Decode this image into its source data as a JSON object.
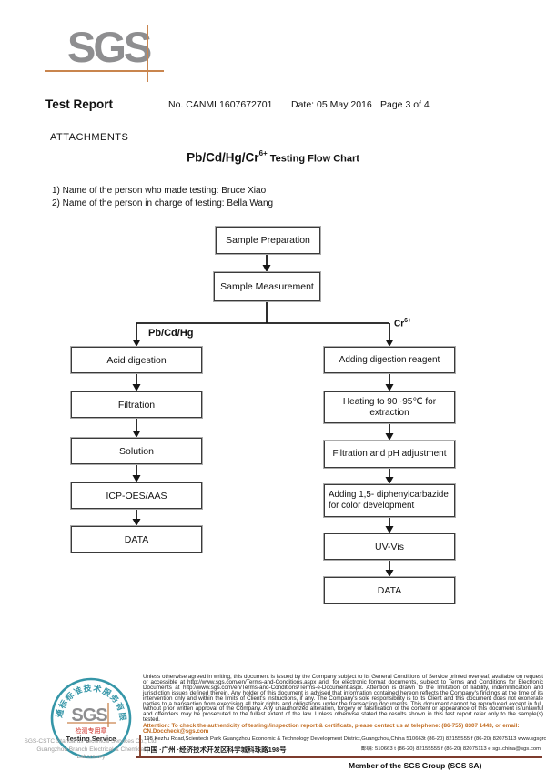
{
  "header": {
    "logo_text": "SGS",
    "report_title": "Test Report",
    "report_no": "No. CANML1607672701",
    "date": "Date: 05 May 2016",
    "page": "Page 3 of 4",
    "attachments_label": "ATTACHMENTS",
    "chart_title_main": "Pb/Cd/Hg/Cr",
    "chart_title_sup": "6+",
    "chart_title_rest": " Testing Flow Chart"
  },
  "notes": {
    "line1": "1) Name of the person who made testing:  Bruce Xiao",
    "line2": "2) Name of the person in charge of testing:  Bella Wang"
  },
  "flowchart": {
    "top": [
      "Sample Preparation",
      "Sample Measurement"
    ],
    "branch_left_label": "Pb/Cd/Hg",
    "branch_right_main": "Cr",
    "branch_right_sup": "6+",
    "left": [
      "Acid digestion",
      "Filtration",
      "Solution",
      "ICP-OES/AAS",
      "DATA"
    ],
    "right": [
      "Adding digestion reagent",
      "Heating to 90~95℃ for extraction",
      "Filtration and pH adjustment",
      "Adding 1,5- diphenylcarbazide for color development",
      "UV-Vis",
      "DATA"
    ]
  },
  "footer": {
    "stamp": {
      "arc_text": "通标标准技术服务有限公司",
      "logo_text": "SGS",
      "seal_text": "检测专用章",
      "service_text": "Testing Service",
      "company_line1": "SGS-CSTC Standards Technical Services Co., Ltd.",
      "company_line2": "Guangzhou Branch Electrical & Chemical Laboratory"
    },
    "legal_text": "Unless otherwise agreed in writing, this document is issued by the Company subject to its General Conditions of Service printed overleaf, available on request or accessible at http://www.sgs.com/en/Terms-and-Conditions.aspx and, for electronic format documents, subject to Terms and Conditions for Electronic Documents at http://www.sgs.com/en/Terms-and-Conditions/Terms-e-Document.aspx. Attention is drawn to the limitation of liability, indemnification and jurisdiction issues defined therein. Any holder of this document is advised that information contained hereon reflects the Company's findings at the time of its intervention only and within the limits of Client's instructions, if any. The Company's sole responsibility is to its Client and this document does not exonerate parties to a transaction from exercising all their rights and obligations under the transaction documents. This document cannot be reproduced except in full, without prior written approval of the Company. Any unauthorized alteration, forgery or falsification of the content or appearance of this document is unlawful and offenders may be prosecuted to the fullest extent of the law. Unless otherwise stated the results shown in this test report refer only to the sample(s) tested.",
    "attention_text": "Attention: To check the authenticity of testing /inspection report & certificate, please contact us at telephone: (86-755) 8307 1443, or email: CN.Doccheck@sgs.com",
    "address_en": "198 Kezhu Road,Scientech Park Guangzhou Economic & Technology Development District,Guangzhou,China 510663",
    "address_en_contact": "t (86-20) 82155555   f (86-20) 82075113   www.sgsgroup.com.cn",
    "address_cn": "中国 ·广州 ·经济技术开发区科学城科珠路198号",
    "address_cn_contact": "邮编: 510663   t (86-20) 82155555   f (86-20) 82075113   e sgs.china@sgs.com",
    "member_text": "Member of the SGS Group (SGS SA)"
  },
  "colors": {
    "sgs_gray": "#8e8e90",
    "sgs_orange": "#c9854e",
    "stamp_teal": "#3596a8",
    "seal_red": "#cc2a22",
    "attention_orange": "#c06a1e",
    "footer_rule": "#7d3b2d"
  }
}
